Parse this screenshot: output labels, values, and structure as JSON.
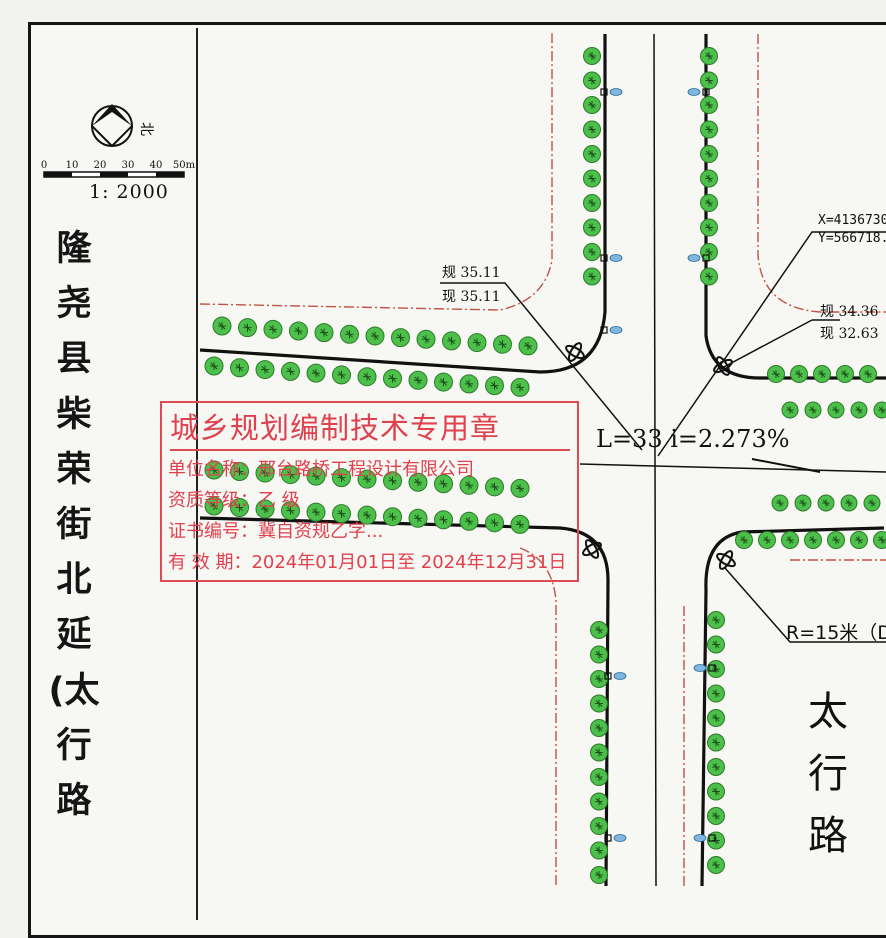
{
  "north_label": "北",
  "scale_bar": {
    "ticks": [
      "0",
      "10",
      "20",
      "30",
      "40",
      "50m"
    ],
    "ratio": "1: 2000"
  },
  "title_chars": [
    "隆",
    "尧",
    "县",
    "柴",
    "荣",
    "街",
    "北",
    "延",
    "(太",
    "行",
    "路"
  ],
  "elevations": {
    "left_plan": "规 35.11",
    "left_existing": "现 35.11",
    "right_plan": "规 34.36",
    "right_existing": "现 32.63"
  },
  "coordinates": {
    "x": "X=4136730.",
    "y": "Y=566718."
  },
  "slope_label": "L=33  i=2.273%",
  "radius_label": "R=15米（D",
  "road_name_chars": [
    "太",
    "行",
    "路"
  ],
  "stamp": {
    "title": "城乡规划编制技术专用章",
    "unit": "单位名称：邢台路桥工程设计有限公司",
    "grade": "资质等级：乙 级",
    "cert": "证书编号：冀自资规乙字...",
    "validity": "有 效 期：2024年01月01日至 2024年12月31日"
  },
  "colors": {
    "road_line": "#111111",
    "red_line": "#c0524a",
    "tree_fill": "#4cc04a",
    "lamp_blue": "#7fb7e0",
    "stamp_red": "#e0414e"
  }
}
